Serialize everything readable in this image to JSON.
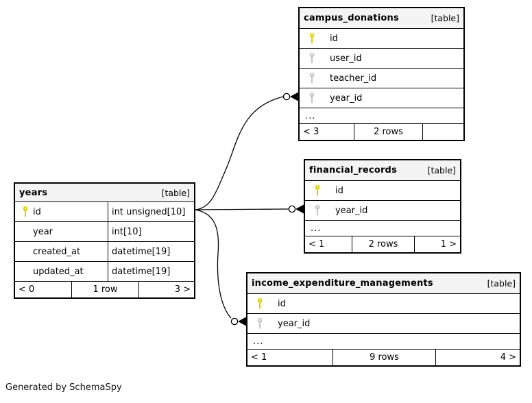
{
  "note": "Generated by SchemaSpy",
  "colors": {
    "primary_key": "#d9d400",
    "foreign_key": "#c6c6c6",
    "header_bg": "#f4f4f4",
    "line": "#000000"
  },
  "tables": [
    {
      "id": "years",
      "title": "years",
      "badge": "[table]",
      "show_types": true,
      "columns": [
        {
          "name": "id",
          "type": "int unsigned[10]",
          "key": "primary"
        },
        {
          "name": "year",
          "type": "int[10]",
          "key": "none"
        },
        {
          "name": "created_at",
          "type": "datetime[19]",
          "key": "none"
        },
        {
          "name": "updated_at",
          "type": "datetime[19]",
          "key": "none"
        }
      ],
      "ellipsis": "",
      "footer": {
        "left": "< 0",
        "center": "1 row",
        "right": "3 >"
      }
    },
    {
      "id": "campus_donations",
      "title": "campus_donations",
      "badge": "[table]",
      "show_types": false,
      "columns": [
        {
          "name": "id",
          "type": "",
          "key": "primary"
        },
        {
          "name": "user_id",
          "type": "",
          "key": "foreign"
        },
        {
          "name": "teacher_id",
          "type": "",
          "key": "foreign"
        },
        {
          "name": "year_id",
          "type": "",
          "key": "foreign"
        }
      ],
      "ellipsis": "...",
      "footer": {
        "left": "< 3",
        "center": "2 rows",
        "right": ""
      }
    },
    {
      "id": "financial_records",
      "title": "financial_records",
      "badge": "[table]",
      "show_types": false,
      "columns": [
        {
          "name": "id",
          "type": "",
          "key": "primary"
        },
        {
          "name": "year_id",
          "type": "",
          "key": "foreign"
        }
      ],
      "ellipsis": "...",
      "footer": {
        "left": "< 1",
        "center": "2 rows",
        "right": "1 >"
      }
    },
    {
      "id": "income_expenditure_managements",
      "title": "income_expenditure_managements",
      "badge": "[table]",
      "show_types": false,
      "columns": [
        {
          "name": "id",
          "type": "",
          "key": "primary"
        },
        {
          "name": "year_id",
          "type": "",
          "key": "foreign"
        }
      ],
      "ellipsis": "...",
      "footer": {
        "left": "< 1",
        "center": "9 rows",
        "right": "4 >"
      }
    }
  ],
  "relationships": [
    {
      "from_table": "years",
      "from_column": "id",
      "to_table": "campus_donations",
      "to_column": "year_id"
    },
    {
      "from_table": "years",
      "from_column": "id",
      "to_table": "financial_records",
      "to_column": "year_id"
    },
    {
      "from_table": "years",
      "from_column": "id",
      "to_table": "income_expenditure_managements",
      "to_column": "year_id"
    }
  ]
}
